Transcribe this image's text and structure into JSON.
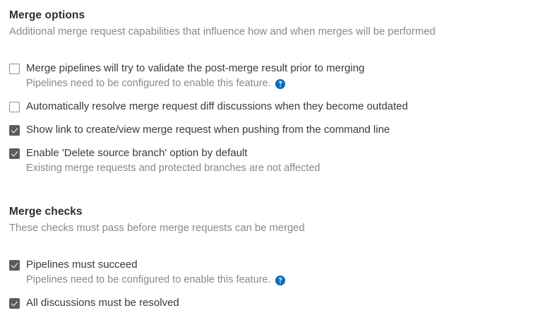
{
  "colors": {
    "background": "#ffffff",
    "heading_text": "#2e2e2e",
    "body_text": "#3a3a3a",
    "muted_text": "#89888d",
    "checkbox_checked": "#5c5c5c",
    "checkbox_border": "#8f8f94",
    "help_icon_blue": "#1068bf"
  },
  "sections": [
    {
      "id": "merge-options",
      "title": "Merge options",
      "description": "Additional merge request capabilities that influence how and when merges will be performed",
      "options": [
        {
          "id": "merge-pipelines",
          "label": "Merge pipelines will try to validate the post-merge result prior to merging",
          "checked": false,
          "help_text": "Pipelines need to be configured to enable this feature.",
          "help_icon": "question-circle-icon"
        },
        {
          "id": "auto-resolve-diff-discussions",
          "label": "Automatically resolve merge request diff discussions when they become outdated",
          "checked": false,
          "help_text": null,
          "help_icon": null
        },
        {
          "id": "show-link-create-view-mr",
          "label": "Show link to create/view merge request when pushing from the command line",
          "checked": true,
          "help_text": null,
          "help_icon": null
        },
        {
          "id": "delete-source-branch-default",
          "label": "Enable 'Delete source branch' option by default",
          "checked": true,
          "help_text": "Existing merge requests and protected branches are not affected",
          "help_icon": null
        }
      ]
    },
    {
      "id": "merge-checks",
      "title": "Merge checks",
      "description": "These checks must pass before merge requests can be merged",
      "options": [
        {
          "id": "pipelines-must-succeed",
          "label": "Pipelines must succeed",
          "checked": true,
          "help_text": "Pipelines need to be configured to enable this feature.",
          "help_icon": "question-circle-icon"
        },
        {
          "id": "all-discussions-resolved",
          "label": "All discussions must be resolved",
          "checked": true,
          "help_text": null,
          "help_icon": null
        }
      ]
    }
  ]
}
